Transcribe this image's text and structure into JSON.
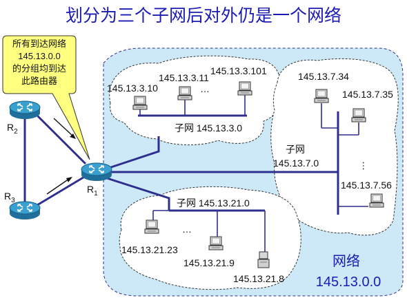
{
  "title": "划分为三个子网后对外仍是一个网络",
  "callout": {
    "lines": [
      "所有到达网络",
      "145.13.0.0",
      "的分组均到达",
      "此路由器"
    ]
  },
  "routers": {
    "r1": {
      "name": "R",
      "sub": "1"
    },
    "r2": {
      "name": "R",
      "sub": "2"
    },
    "r3": {
      "name": "R",
      "sub": "3"
    }
  },
  "network": {
    "label": "网络",
    "address": "145.13.0.0"
  },
  "subnets": {
    "s3": {
      "label": "子网 145.13.3.0",
      "hosts": [
        "145.13.3.10",
        "145.13.3.11",
        "145.13.3.101"
      ],
      "ellipsis": "…"
    },
    "s7": {
      "label_word": "子网",
      "label_addr": "145.13.7.0",
      "hosts": [
        "145.13.7.34",
        "145.13.7.35",
        "145.13.7.56"
      ],
      "ellipsis": "…"
    },
    "s21": {
      "label": "子网 145.13.21.0",
      "hosts": [
        "145.13.21.23",
        "145.13.21.9",
        "145.13.21.8"
      ],
      "ellipsis": "…"
    }
  },
  "colors": {
    "network_fill": "#cde9f8",
    "subnet_fill": "#ffffff",
    "link": "#2e2e8f",
    "callout_fill": "#ffff80",
    "title": "#1a1ab4"
  }
}
